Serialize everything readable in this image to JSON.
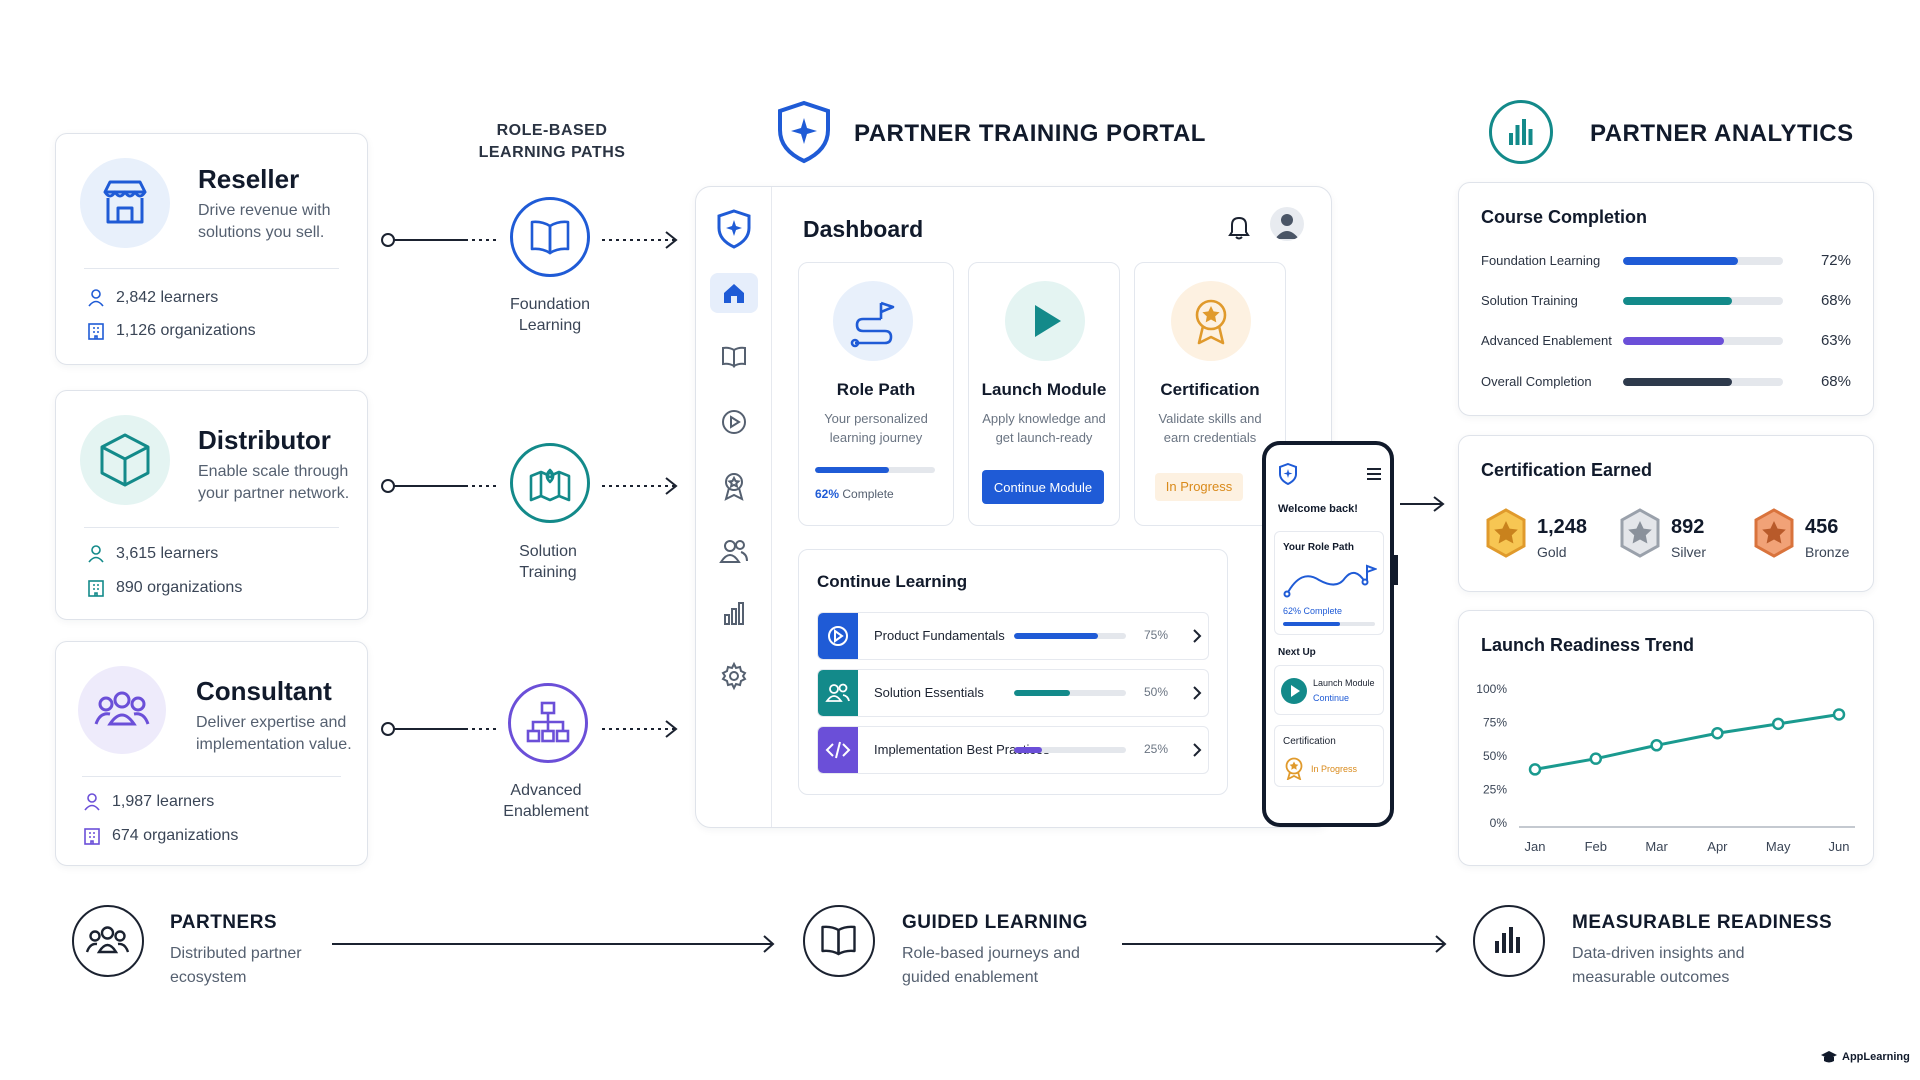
{
  "headers": {
    "paths": [
      "ROLE-BASED",
      "LEARNING PATHS"
    ],
    "portal": "PARTNER TRAINING PORTAL",
    "analytics": "PARTNER ANALYTICS"
  },
  "partners": [
    {
      "title": "Reseller",
      "desc": [
        "Drive revenue with",
        "solutions you sell."
      ],
      "learners": "2,842 learners",
      "orgs": "1,126 organizations",
      "icon": "store-icon"
    },
    {
      "title": "Distributor",
      "desc": [
        "Enable scale through",
        "your partner network."
      ],
      "learners": "3,615 learners",
      "orgs": "890 organizations",
      "icon": "cube-icon"
    },
    {
      "title": "Consultant",
      "desc": [
        "Deliver expertise and",
        "implementation value."
      ],
      "learners": "1,987 learners",
      "orgs": "674 organizations",
      "icon": "people-icon"
    }
  ],
  "paths": [
    {
      "label": [
        "Foundation",
        "Learning"
      ],
      "icon": "book-icon"
    },
    {
      "label": [
        "Solution",
        "Training"
      ],
      "icon": "map-icon"
    },
    {
      "label": [
        "Advanced",
        "Enablement"
      ],
      "icon": "hierarchy-icon"
    }
  ],
  "dashboard": {
    "title": "Dashboard",
    "modules": [
      {
        "title": "Role Path",
        "desc": [
          "Your personalized",
          "learning journey"
        ],
        "progress_label": "62%",
        "progress_suffix": " Complete",
        "progress": 0.62
      },
      {
        "title": "Launch Module",
        "desc": [
          "Apply knowledge and",
          "get launch-ready"
        ],
        "button": "Continue Module"
      },
      {
        "title": "Certification",
        "desc": [
          "Validate skills and",
          "earn credentials"
        ],
        "status": "In Progress"
      }
    ],
    "continue": {
      "title": "Continue Learning",
      "items": [
        {
          "name": "Product Fundamentals",
          "pct": "75%",
          "progress": 0.75,
          "color": "#1f5bd6"
        },
        {
          "name": "Solution Essentials",
          "pct": "50%",
          "progress": 0.5,
          "color": "#138a8a"
        },
        {
          "name": "Implementation Best Practices",
          "pct": "25%",
          "progress": 0.25,
          "color": "#6b4fd8"
        }
      ]
    }
  },
  "mobile": {
    "welcome": "Welcome back!",
    "role_path": "Your Role Path",
    "progress_label": "62% Complete",
    "progress": 0.62,
    "next_up": "Next Up",
    "next_title": "Launch Module",
    "next_action": "Continue",
    "cert": "Certification",
    "cert_status": "In Progress"
  },
  "analytics": {
    "completion": {
      "title": "Course Completion",
      "rows": [
        {
          "name": "Foundation Learning",
          "pct": "72%",
          "value": 0.72,
          "color": "#1f5bd6"
        },
        {
          "name": "Solution Training",
          "pct": "68%",
          "value": 0.68,
          "color": "#138a8a"
        },
        {
          "name": "Advanced Enablement",
          "pct": "63%",
          "value": 0.63,
          "color": "#6b4fd8"
        },
        {
          "name": "Overall Completion",
          "pct": "68%",
          "value": 0.68,
          "color": "#2e3a4c"
        }
      ]
    },
    "certs": {
      "title": "Certification Earned",
      "items": [
        {
          "count": "1,248",
          "label": "Gold",
          "color": "#e9a431"
        },
        {
          "count": "892",
          "label": "Silver",
          "color": "#9aa1ab"
        },
        {
          "count": "456",
          "label": "Bronze",
          "color": "#d9733c"
        }
      ]
    }
  },
  "chart_data": {
    "type": "line",
    "title": "Launch Readiness Trend",
    "categories": [
      "Jan",
      "Feb",
      "Mar",
      "Apr",
      "May",
      "Jun"
    ],
    "values": [
      40,
      48,
      58,
      67,
      74,
      81
    ],
    "yticks": [
      "100%",
      "75%",
      "50%",
      "25%",
      "0%"
    ],
    "ylim": [
      0,
      100
    ],
    "grid": false,
    "color": "#1a9a8f"
  },
  "footer": [
    {
      "title": "PARTNERS",
      "desc": [
        "Distributed partner",
        "ecosystem"
      ],
      "icon": "people-icon"
    },
    {
      "title": "GUIDED LEARNING",
      "desc": [
        "Role-based journeys and",
        "guided enablement"
      ],
      "icon": "book-icon"
    },
    {
      "title": "MEASURABLE READINESS",
      "desc": [
        "Data-driven insights and",
        "measurable outcomes"
      ],
      "icon": "bar-chart-icon"
    }
  ],
  "brand": "AppLearning"
}
